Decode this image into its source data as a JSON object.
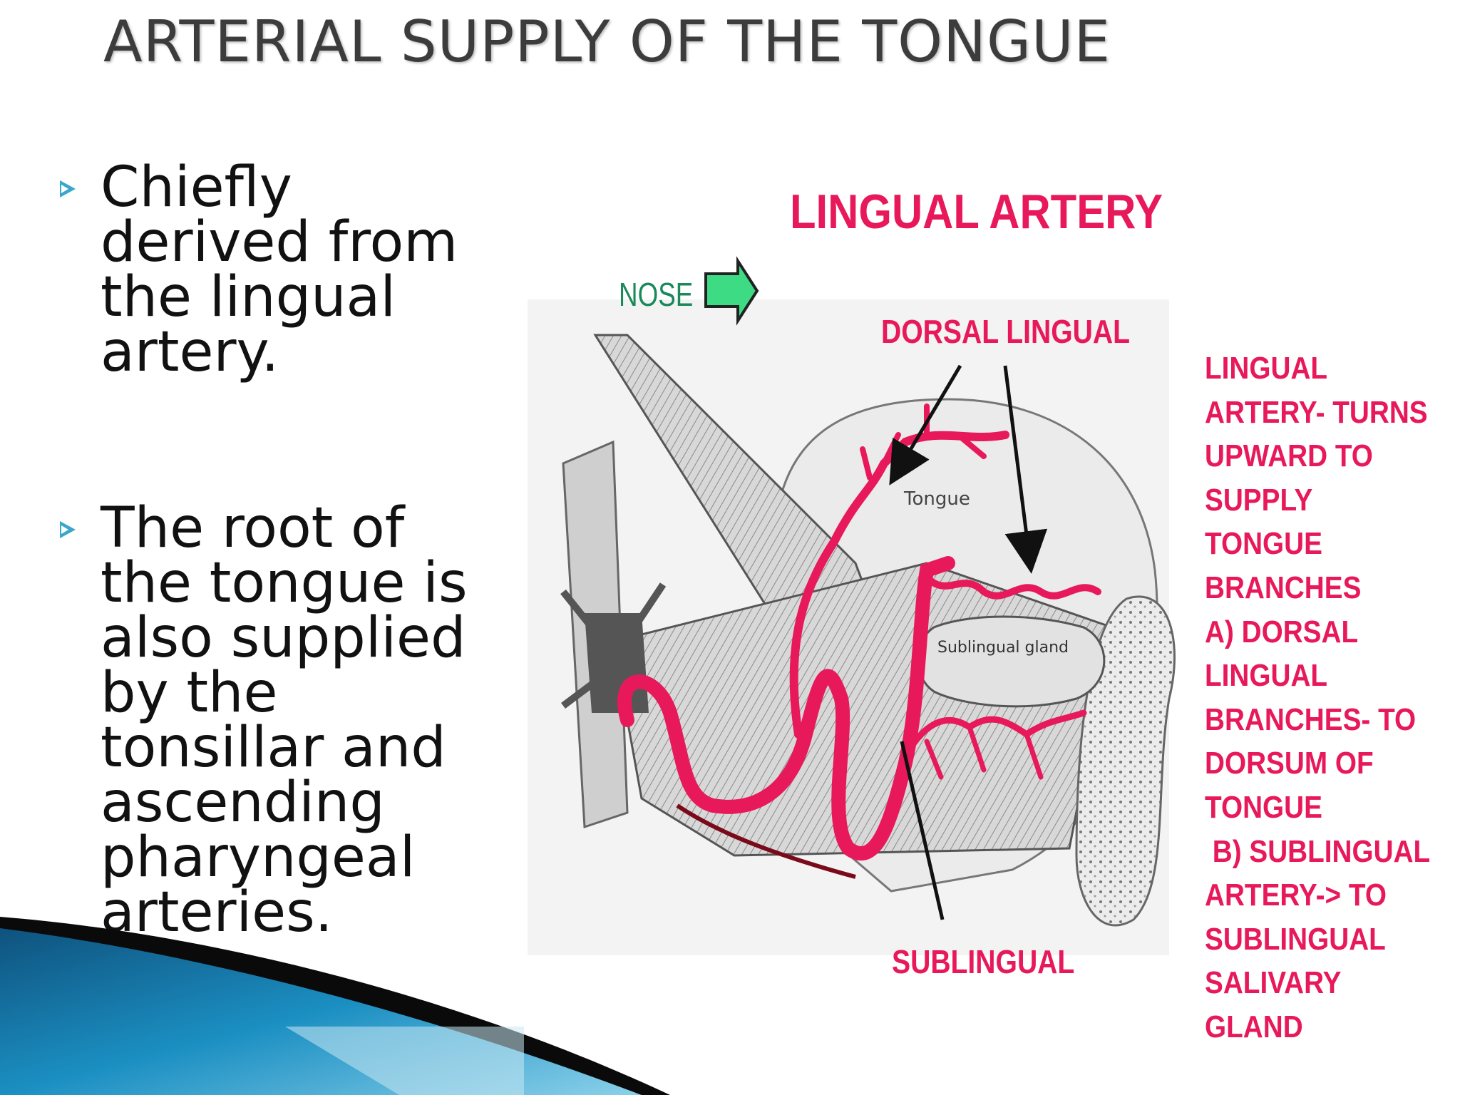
{
  "slide": {
    "title": "ARTERIAL SUPPLY OF THE TONGUE",
    "bullets": [
      "Chiefly derived from the lingual artery.",
      "The root of the tongue is also supplied by the tonsillar and ascending pharyngeal arteries."
    ]
  },
  "diagram": {
    "heading": "LINGUAL ARTERY",
    "nose_label": "NOSE",
    "dorsal_label": "DORSAL LINGUAL",
    "sublingual_label": "SUBLINGUAL",
    "tongue_text": "Tongue",
    "gland_text": "Sublingual gland",
    "side_note": [
      "LINGUAL",
      "ARTERY- TURNS",
      "UPWARD TO",
      "SUPPLY",
      "TONGUE",
      "BRANCHES",
      "A) DORSAL",
      "LINGUAL",
      "BRANCHES- TO",
      "DORSUM OF",
      "TONGUE",
      " B) SUBLINGUAL",
      "ARTERY-> TO",
      "SUBLINGUAL",
      "SALIVARY",
      "GLAND"
    ]
  },
  "colors": {
    "artery": "#e8195a",
    "nose": "#1a8a5a",
    "arrow_fill": "#3ddc84",
    "accent": "#3aa7c8"
  }
}
